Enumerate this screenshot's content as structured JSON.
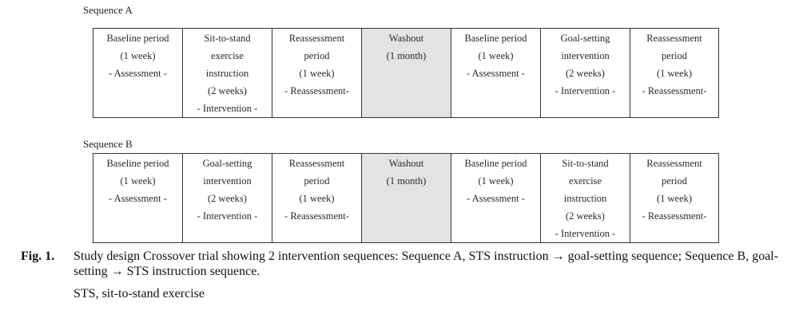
{
  "sequences": [
    {
      "title": "Sequence A",
      "cells": [
        {
          "lines": [
            "Baseline period",
            "(1 week)",
            "- Assessment -"
          ],
          "shaded": false
        },
        {
          "lines": [
            "Sit-to-stand",
            "exercise",
            "instruction",
            "(2 weeks)",
            "- Intervention -"
          ],
          "shaded": false
        },
        {
          "lines": [
            "Reassessment",
            "period",
            "(1 week)",
            "- Reassessment-"
          ],
          "shaded": false
        },
        {
          "lines": [
            "Washout",
            "(1 month)"
          ],
          "shaded": true
        },
        {
          "lines": [
            "Baseline period",
            "(1 week)",
            "- Assessment -"
          ],
          "shaded": false
        },
        {
          "lines": [
            "Goal-setting",
            "intervention",
            "(2 weeks)",
            "- Intervention -"
          ],
          "shaded": false
        },
        {
          "lines": [
            "Reassessment",
            "period",
            "(1 week)",
            "- Reassessment-"
          ],
          "shaded": false
        }
      ]
    },
    {
      "title": "Sequence B",
      "cells": [
        {
          "lines": [
            "Baseline period",
            "(1 week)",
            "- Assessment -"
          ],
          "shaded": false
        },
        {
          "lines": [
            "Goal-setting",
            "intervention",
            "(2 weeks)",
            "- Intervention -"
          ],
          "shaded": false
        },
        {
          "lines": [
            "Reassessment",
            "period",
            "(1 week)",
            "- Reassessment-"
          ],
          "shaded": false
        },
        {
          "lines": [
            "Washout",
            "(1 month)"
          ],
          "shaded": true
        },
        {
          "lines": [
            "Baseline period",
            "(1 week)",
            "- Assessment -"
          ],
          "shaded": false
        },
        {
          "lines": [
            "Sit-to-stand",
            "exercise",
            "instruction",
            "(2 weeks)",
            "- Intervention -"
          ],
          "shaded": false
        },
        {
          "lines": [
            "Reassessment",
            "period",
            "(1 week)",
            "- Reassessment-"
          ],
          "shaded": false
        }
      ]
    }
  ],
  "caption": {
    "label": "Fig. 1.",
    "text": "Study design Crossover trial showing 2 intervention sequences: Sequence A, STS instruction → goal-setting sequence; Sequence B, goal-setting → STS instruction sequence."
  },
  "abbreviation": "STS, sit-to-stand exercise"
}
